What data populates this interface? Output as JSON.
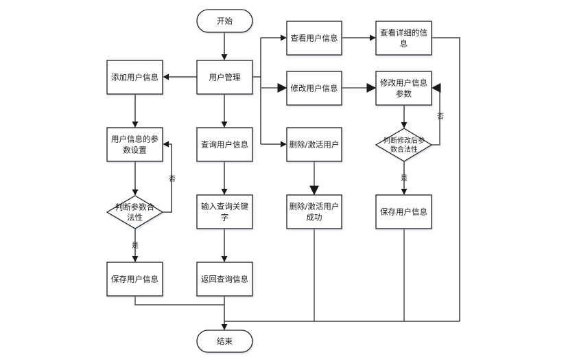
{
  "diagram": {
    "nodes": {
      "start": "开始",
      "user_mgmt": "用户管理",
      "add_user": "添加用户信息",
      "param_setting": [
        "用户信息的参",
        "数设置"
      ],
      "check_valid": [
        "判断参数合",
        "法性"
      ],
      "save_left": "保存用户信息",
      "query_user": "查询用户信息",
      "input_keyword": [
        "输入查询关键",
        "字"
      ],
      "return_query": "返回查询信息",
      "view_user": "查看用户信息",
      "view_detail": [
        "查看详细的信",
        "息"
      ],
      "modify_user": "修改用户信息",
      "modify_param": [
        "修改用户信息",
        "参数"
      ],
      "check_modify": [
        "判断修改后参",
        "数合法性"
      ],
      "save_right": "保存用户信息",
      "delete_user": "删除/激活用户",
      "delete_success": [
        "删除/激活用户",
        "成功"
      ],
      "end": "结束"
    },
    "edge_labels": {
      "yes": "是",
      "no": "否"
    }
  }
}
